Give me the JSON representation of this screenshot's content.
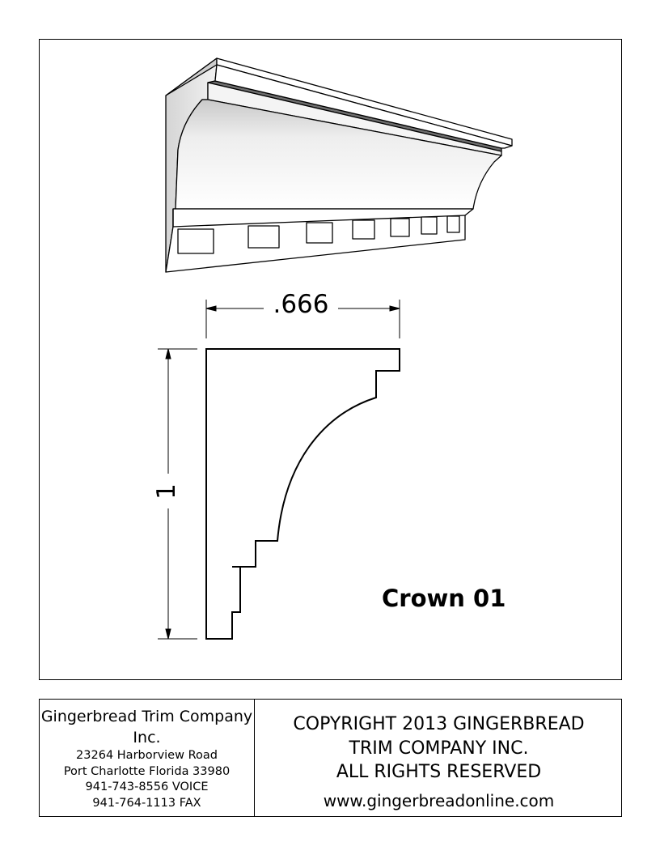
{
  "drawing": {
    "part_name": "Crown 01",
    "dimensions": {
      "width_label": ".666",
      "height_label": "1"
    },
    "dentil_count": 7
  },
  "title_block": {
    "company_name": "Gingerbread Trim Company Inc.",
    "address_line": "23264 Harborview Road",
    "city_line": "Port Charlotte Florida 33980",
    "phone": "941-743-8556 VOICE",
    "fax": "941-764-1113 FAX",
    "copyright_line1": "COPYRIGHT 2013 GINGERBREAD",
    "copyright_line2": "TRIM COMPANY INC.",
    "copyright_line3": "ALL RIGHTS RESERVED",
    "website": "www.gingerbreadonline.com"
  }
}
